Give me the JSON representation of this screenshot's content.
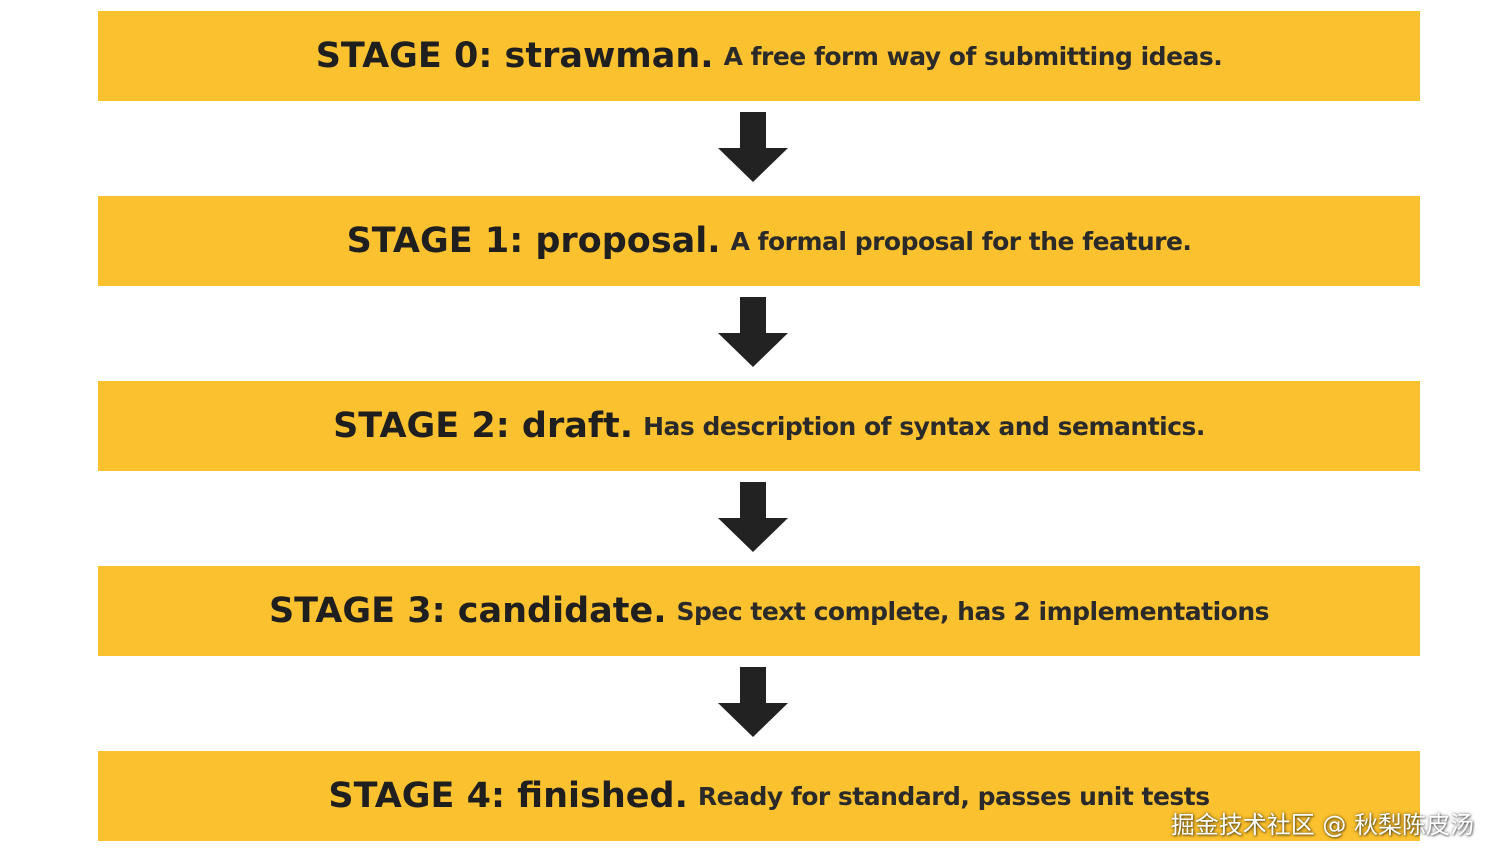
{
  "stages": [
    {
      "title": "STAGE 0: strawman.",
      "description": "A free form way of submitting ideas."
    },
    {
      "title": "STAGE 1: proposal.",
      "description": "A formal proposal for the feature."
    },
    {
      "title": "STAGE 2: draft.",
      "description": "Has description of syntax and semantics."
    },
    {
      "title": "STAGE 3: candidate.",
      "description": "Spec text complete, has 2 implementations"
    },
    {
      "title": "STAGE 4: finished.",
      "description": "Ready for standard, passes unit tests"
    }
  ],
  "watermark": "掘金技术社区 @ 秋梨陈皮汤",
  "colors": {
    "stage_fill": "#FCC12E",
    "arrow": "#222222",
    "text": "#1f1f1f"
  },
  "icons": {
    "arrow": "down-arrow-icon"
  }
}
